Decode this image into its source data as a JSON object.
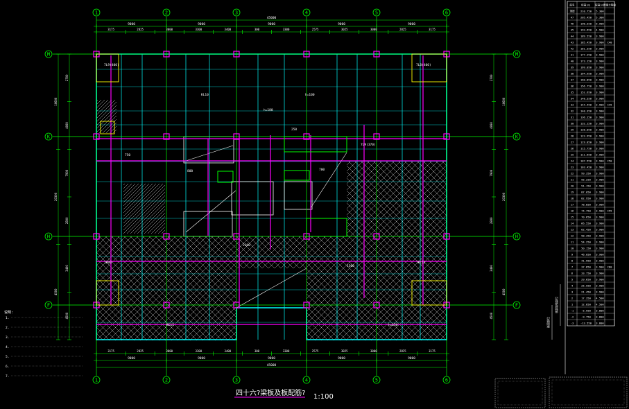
{
  "drawing": {
    "title": "四十六?梁板及板配筋?",
    "scale": "1:100",
    "colors": {
      "background": "#000000",
      "axis": "#00ff00",
      "wall": "#00ffff",
      "beam": "#ff00ff",
      "text": "#ffffff",
      "yellow": "#ffff00",
      "hatch": "#c8c8c8"
    }
  },
  "axes": {
    "columns": [
      "1",
      "2",
      "3",
      "4",
      "5",
      "6"
    ],
    "rows": [
      "M",
      "K",
      "H",
      "F"
    ]
  },
  "dimensions": {
    "overall_top": "45000",
    "overall_bottom": "45000",
    "bay_top": [
      "9000",
      "9000",
      "9000",
      "9000",
      "9000"
    ],
    "bay_bottom": [
      "9000",
      "9000",
      "9000",
      "9000",
      "9000"
    ],
    "sub_top": [
      "3175",
      "2825",
      "3000",
      "3300",
      "3400",
      "300",
      "3300",
      "2575",
      "3025",
      "3000",
      "2825",
      "3175"
    ],
    "sub_bottom": [
      "3175",
      "2825",
      "3000",
      "3300",
      "3400",
      "300",
      "3300",
      "2575",
      "3025",
      "3000",
      "2825",
      "3175"
    ],
    "left_outer": [
      "10600",
      "20300",
      "4500"
    ],
    "left_inner": [
      "2700",
      "4000",
      "7900",
      "2800",
      "3400",
      "4500"
    ],
    "right_outer": [
      "10600",
      "20300",
      "4500"
    ],
    "right_inner": [
      "2700",
      "4000",
      "7900",
      "2800",
      "3400",
      "4500"
    ]
  },
  "beam_labels": [
    "7L9(400)",
    "7L8(400)",
    "KL10",
    "h=100",
    "h=180",
    "250",
    "800",
    "700",
    "750",
    "7L9(370)",
    "2300",
    "1500",
    "1800",
    "7KL12",
    "KL11",
    "h=150"
  ],
  "notes": {
    "heading": "说明:",
    "lines": [
      "1.",
      "2.",
      "3.",
      "4.",
      "5.",
      "6.",
      "7."
    ]
  },
  "level_table": {
    "headers": [
      "层号",
      "标高(m)",
      "层高(m)",
      "混凝土等级"
    ],
    "rows": [
      [
        "顶层",
        "210.750",
        "5.300",
        ""
      ],
      [
        "47",
        "205.450",
        "5.300",
        ""
      ],
      [
        "46",
        "198.550",
        "6.900",
        ""
      ],
      [
        "45",
        "193.650",
        "4.900",
        ""
      ],
      [
        "44",
        "189.550",
        "3.900",
        ""
      ],
      [
        "43",
        "185.450",
        "3.900",
        "C40"
      ],
      [
        "42",
        "181.350",
        "3.900",
        ""
      ],
      [
        "41",
        "177.250",
        "3.900",
        ""
      ],
      [
        "40",
        "173.150",
        "3.900",
        ""
      ],
      [
        "39",
        "169.050",
        "3.900",
        ""
      ],
      [
        "38",
        "164.950",
        "3.900",
        ""
      ],
      [
        "37",
        "160.850",
        "3.900",
        ""
      ],
      [
        "36",
        "156.750",
        "3.900",
        ""
      ],
      [
        "35",
        "152.650",
        "3.900",
        ""
      ],
      [
        "34",
        "148.550",
        "3.900",
        ""
      ],
      [
        "33",
        "144.450",
        "3.900",
        "C45"
      ],
      [
        "32",
        "140.350",
        "3.900",
        ""
      ],
      [
        "31",
        "136.250",
        "3.900",
        ""
      ],
      [
        "30",
        "132.150",
        "3.900",
        ""
      ],
      [
        "29",
        "128.050",
        "3.900",
        ""
      ],
      [
        "28",
        "123.950",
        "3.900",
        ""
      ],
      [
        "27",
        "119.850",
        "3.900",
        ""
      ],
      [
        "26",
        "115.750",
        "3.900",
        ""
      ],
      [
        "25",
        "111.650",
        "3.900",
        ""
      ],
      [
        "24",
        "107.550",
        "3.900",
        "C50"
      ],
      [
        "23",
        "103.450",
        "3.900",
        ""
      ],
      [
        "22",
        "99.350",
        "3.900",
        ""
      ],
      [
        "21",
        "95.250",
        "3.900",
        ""
      ],
      [
        "20",
        "91.150",
        "3.900",
        ""
      ],
      [
        "19",
        "87.050",
        "3.900",
        ""
      ],
      [
        "18",
        "82.950",
        "3.900",
        ""
      ],
      [
        "17",
        "78.850",
        "3.900",
        ""
      ],
      [
        "16",
        "74.750",
        "3.900",
        "C55"
      ],
      [
        "15",
        "70.650",
        "3.900",
        ""
      ],
      [
        "14",
        "66.550",
        "3.900",
        ""
      ],
      [
        "13",
        "62.450",
        "3.900",
        ""
      ],
      [
        "12",
        "58.350",
        "3.900",
        ""
      ],
      [
        "11",
        "54.250",
        "3.900",
        ""
      ],
      [
        "10",
        "50.150",
        "3.900",
        ""
      ],
      [
        "9",
        "46.050",
        "3.900",
        ""
      ],
      [
        "8",
        "41.950",
        "3.900",
        ""
      ],
      [
        "7",
        "37.850",
        "3.900",
        "C60"
      ],
      [
        "6",
        "33.750",
        "3.900",
        ""
      ],
      [
        "5",
        "29.650",
        "3.900",
        ""
      ],
      [
        "4",
        "25.550",
        "3.900",
        ""
      ],
      [
        "3",
        "21.450",
        "3.900",
        ""
      ],
      [
        "2",
        "17.350",
        "4.500",
        ""
      ],
      [
        "1",
        "12.850",
        "4.500",
        ""
      ],
      [
        "-1",
        "-5.950",
        "3.800",
        ""
      ],
      [
        "-2",
        "-9.750",
        "3.800",
        ""
      ],
      [
        "-3",
        "-13.550",
        "3.800",
        ""
      ]
    ],
    "side_label_1": "底部加强部位",
    "side_label_2": "嵌固部位"
  },
  "title_blocks": {
    "left": "",
    "right": ""
  }
}
